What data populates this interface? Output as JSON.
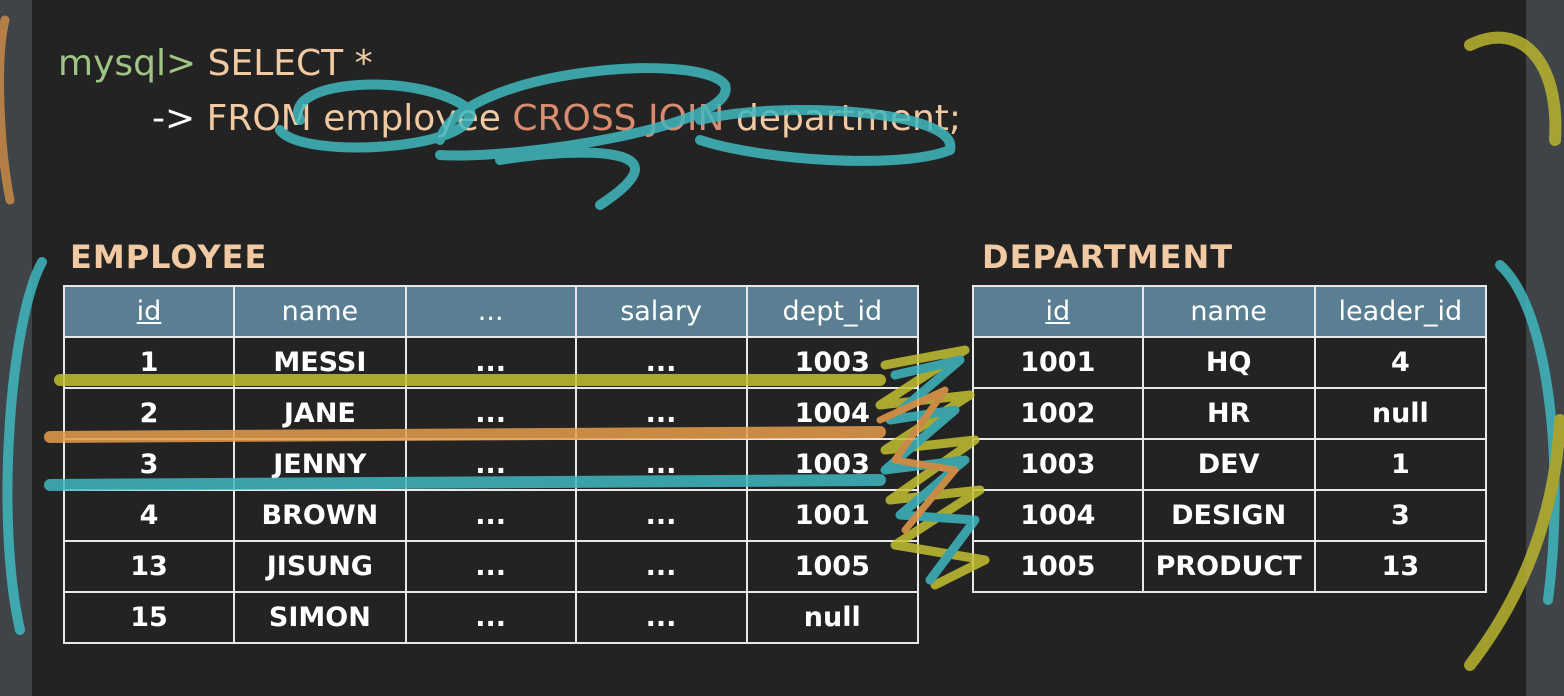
{
  "query": {
    "prompt": "mysql>",
    "select": "SELECT *",
    "continuation": "->",
    "from": "FROM",
    "table1": "employee",
    "join": "CROSS JOIN",
    "table2": "department;"
  },
  "employee": {
    "title": "EMPLOYEE",
    "columns": [
      "id",
      "name",
      "...",
      "salary",
      "dept_id"
    ],
    "rows": [
      [
        "1",
        "MESSI",
        "...",
        "...",
        "1003"
      ],
      [
        "2",
        "JANE",
        "...",
        "...",
        "1004"
      ],
      [
        "3",
        "JENNY",
        "...",
        "...",
        "1003"
      ],
      [
        "4",
        "BROWN",
        "...",
        "...",
        "1001"
      ],
      [
        "13",
        "JISUNG",
        "...",
        "...",
        "1005"
      ],
      [
        "15",
        "SIMON",
        "...",
        "...",
        "null"
      ]
    ]
  },
  "department": {
    "title": "DEPARTMENT",
    "columns": [
      "id",
      "name",
      "leader_id"
    ],
    "rows": [
      [
        "1001",
        "HQ",
        "4"
      ],
      [
        "1002",
        "HR",
        "null"
      ],
      [
        "1003",
        "DEV",
        "1"
      ],
      [
        "1004",
        "DESIGN",
        "3"
      ],
      [
        "1005",
        "PRODUCT",
        "13"
      ]
    ]
  },
  "colors": {
    "background": "#232323",
    "header": "#5a7f93",
    "prompt": "#9fc485",
    "keyword": "#f1c9a2",
    "join_keyword": "#d98c6e",
    "annotation_teal": "#3fb8c0",
    "annotation_yellow": "#c2c031",
    "annotation_orange": "#e59c4a"
  }
}
